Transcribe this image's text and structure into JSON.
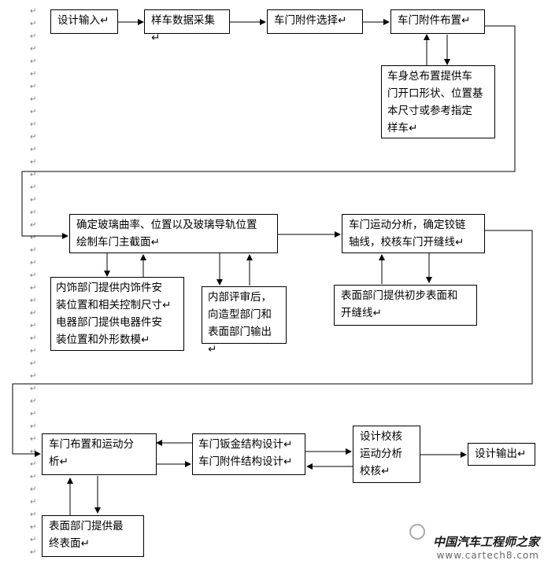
{
  "boxes": {
    "design_input": "设计输入↵",
    "sample_data": "样车数据采集↵",
    "accessory_select": "车门附件选择↵",
    "accessory_layout": "车门附件布置↵",
    "body_layout": "车身总布置提供车\n门开口形状、位置基\n本尺寸或参考指定\n样车↵",
    "glass_section": "确定玻璃曲率、位置以及玻璃导轨位置\n绘制车门主截面↵",
    "motion_analysis": "车门运动分析，确定铰链\n轴线，校核车门开缝线↵",
    "interior_dept": "内饰部门提供内饰件安\n装位置和相关控制尺寸↵\n电器部门提供电器件安\n装位置和外形数模↵",
    "internal_review": "内部评审后，\n向造型部门和\n表面部门输出↵",
    "surface_initial": "表面部门提供初步表面和\n开缝线↵",
    "door_layout_motion": "车门布置和运动分\n析↵",
    "sheetmetal_design": "车门钣金结构设计↵\n车门附件结构设计↵",
    "design_check": "设计校核\n运动分析\n校核↵",
    "design_output": "设计输出↵",
    "surface_final": "表面部门提供最\n终表面↵"
  },
  "margin_mark": "↵",
  "watermark": {
    "line1": "中国汽车工程师之家",
    "line2": "www.cartech8.com"
  }
}
